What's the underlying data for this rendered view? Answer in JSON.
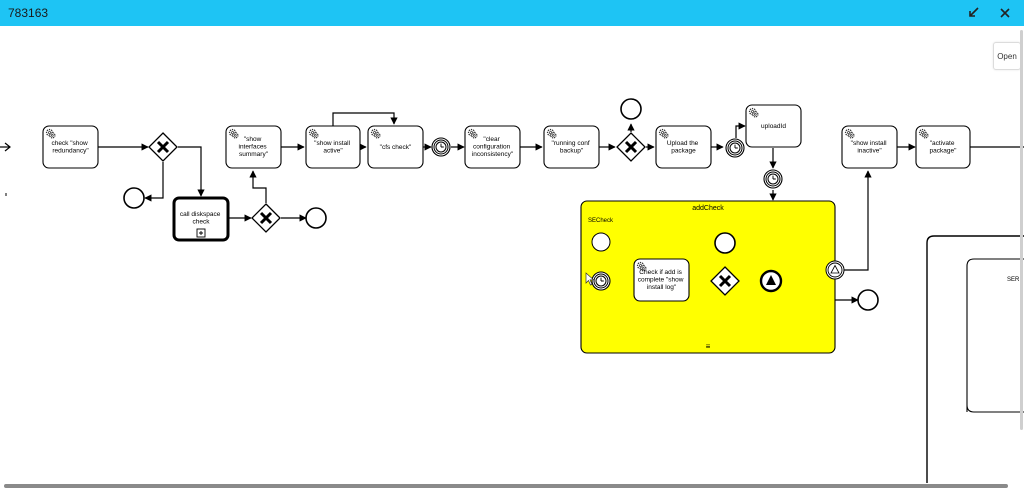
{
  "window": {
    "title": "783163"
  },
  "toolbar": {
    "open_label": "Open"
  },
  "tasks": {
    "check_redundancy": [
      "check \"show",
      "redundancy\""
    ],
    "call_diskspace": [
      "call diskspace",
      "check"
    ],
    "show_interfaces": [
      "\"show",
      "interfaces",
      "summary\""
    ],
    "show_install_active": [
      "\"show install",
      "active\""
    ],
    "cfs_check": [
      "\"cfs check\""
    ],
    "clear_config": [
      "\"clear",
      "configuration",
      "inconsistency\""
    ],
    "running_conf": [
      "\"running conf",
      "backup\""
    ],
    "upload_package": [
      "Upload the",
      "package"
    ],
    "uploadid": [
      "uploadId"
    ],
    "show_install_inactive": [
      "\"show install",
      "inactive\""
    ],
    "activate_package": [
      "\"activate",
      "package\""
    ],
    "check_add": [
      "Check if add is",
      "complete \"show",
      "install log\""
    ]
  },
  "subprocess": {
    "title": "addCheck",
    "event_label": "SECheck",
    "marker": "≡",
    "color": "#ffff00"
  },
  "pool": {
    "label": "SER"
  }
}
